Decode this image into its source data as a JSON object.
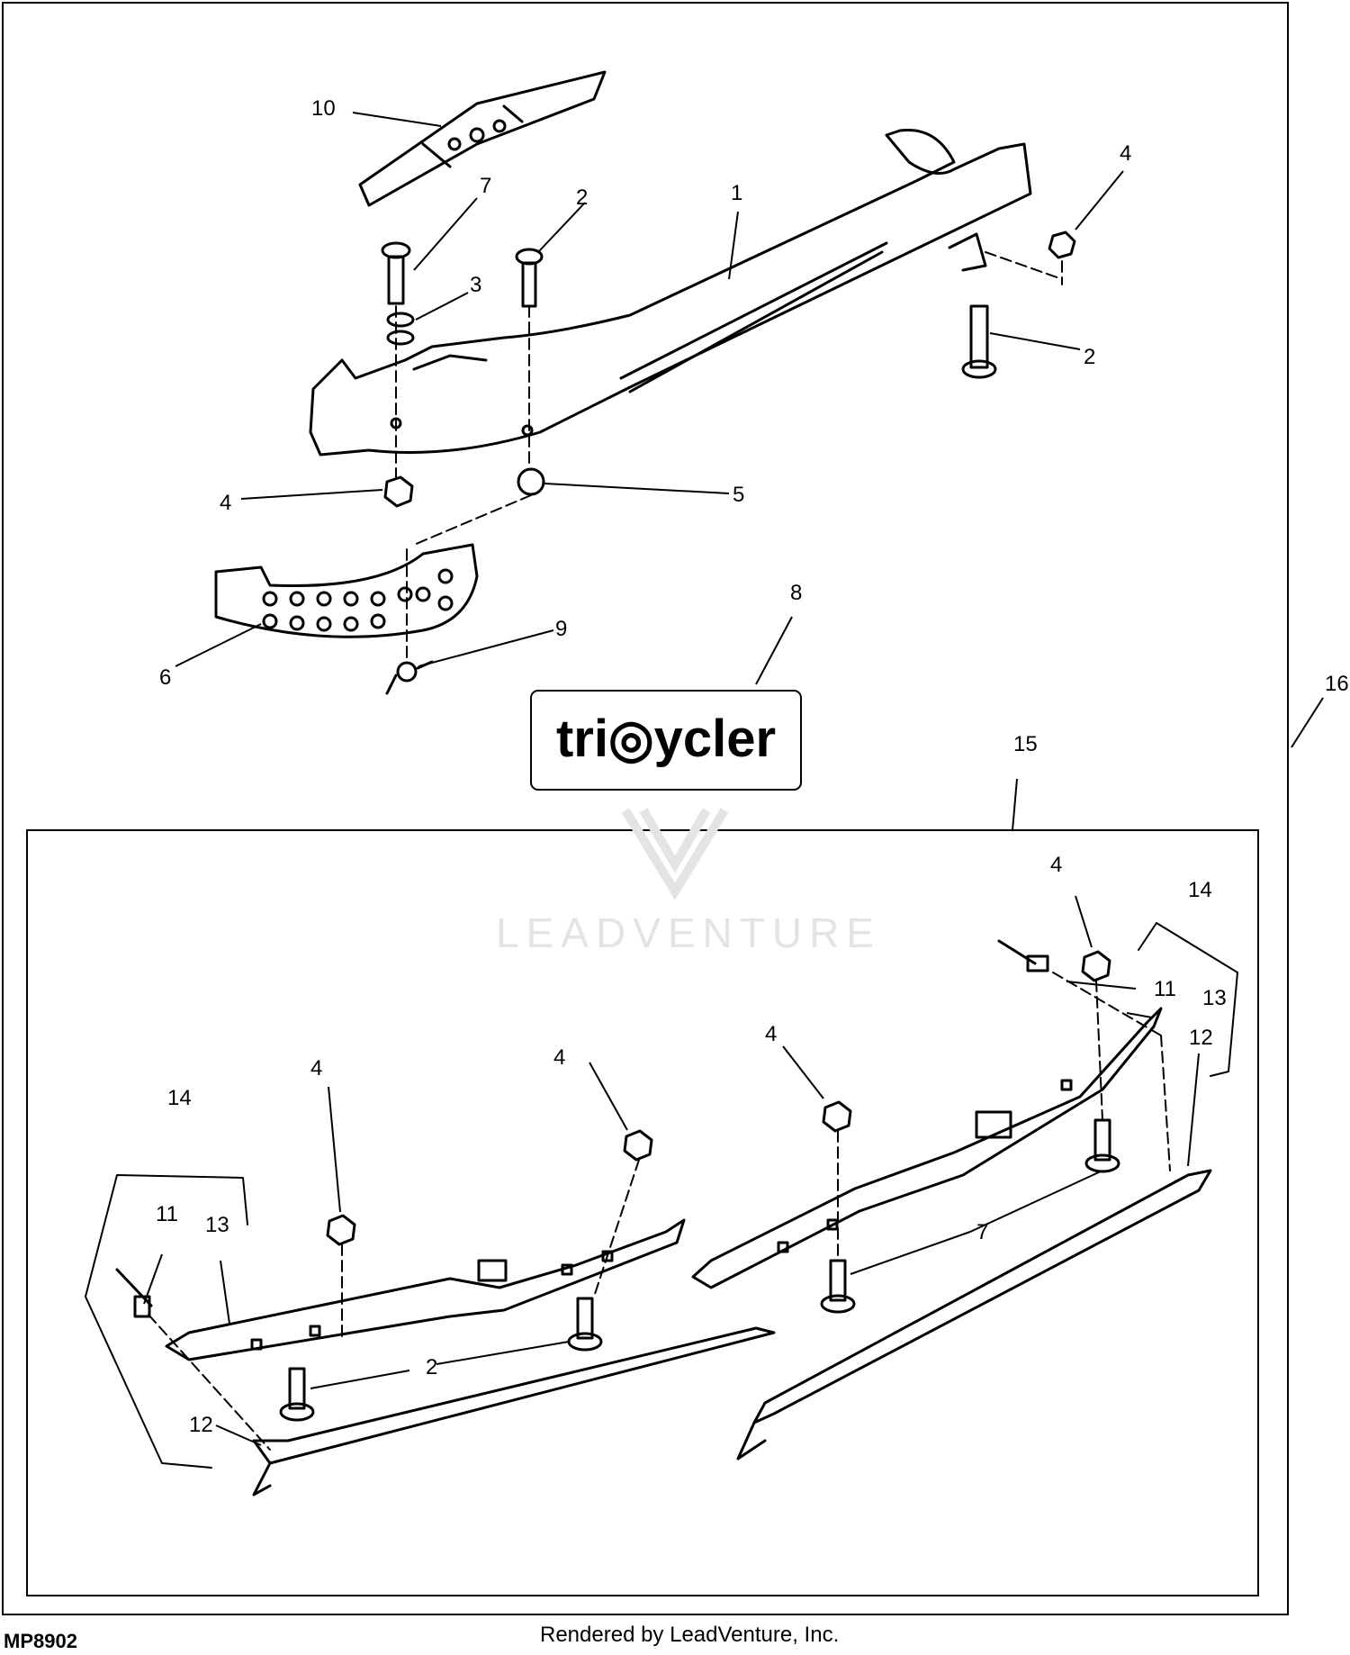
{
  "callouts": {
    "c1": "1",
    "c2a": "2",
    "c2b": "2",
    "c2c": "2",
    "c3": "3",
    "c4a": "4",
    "c4b": "4",
    "c4c": "4",
    "c4d": "4",
    "c4e": "4",
    "c4f": "4",
    "c5": "5",
    "c6": "6",
    "c7a": "7",
    "c7b": "7",
    "c8": "8",
    "c9": "9",
    "c10": "10",
    "c11a": "11",
    "c11b": "11",
    "c12a": "12",
    "c12b": "12",
    "c13a": "13",
    "c13b": "13",
    "c14a": "14",
    "c14b": "14",
    "c15": "15",
    "c16": "16"
  },
  "decal": {
    "prefix": "tri",
    "suffix": "ycler"
  },
  "watermark": "LEADVENTURE",
  "footer": {
    "diagram_code": "MP8902",
    "credit": "Rendered by LeadVenture, Inc."
  },
  "colors": {
    "line": "#000000",
    "watermark": "#e4e4e4",
    "background": "#ffffff"
  }
}
